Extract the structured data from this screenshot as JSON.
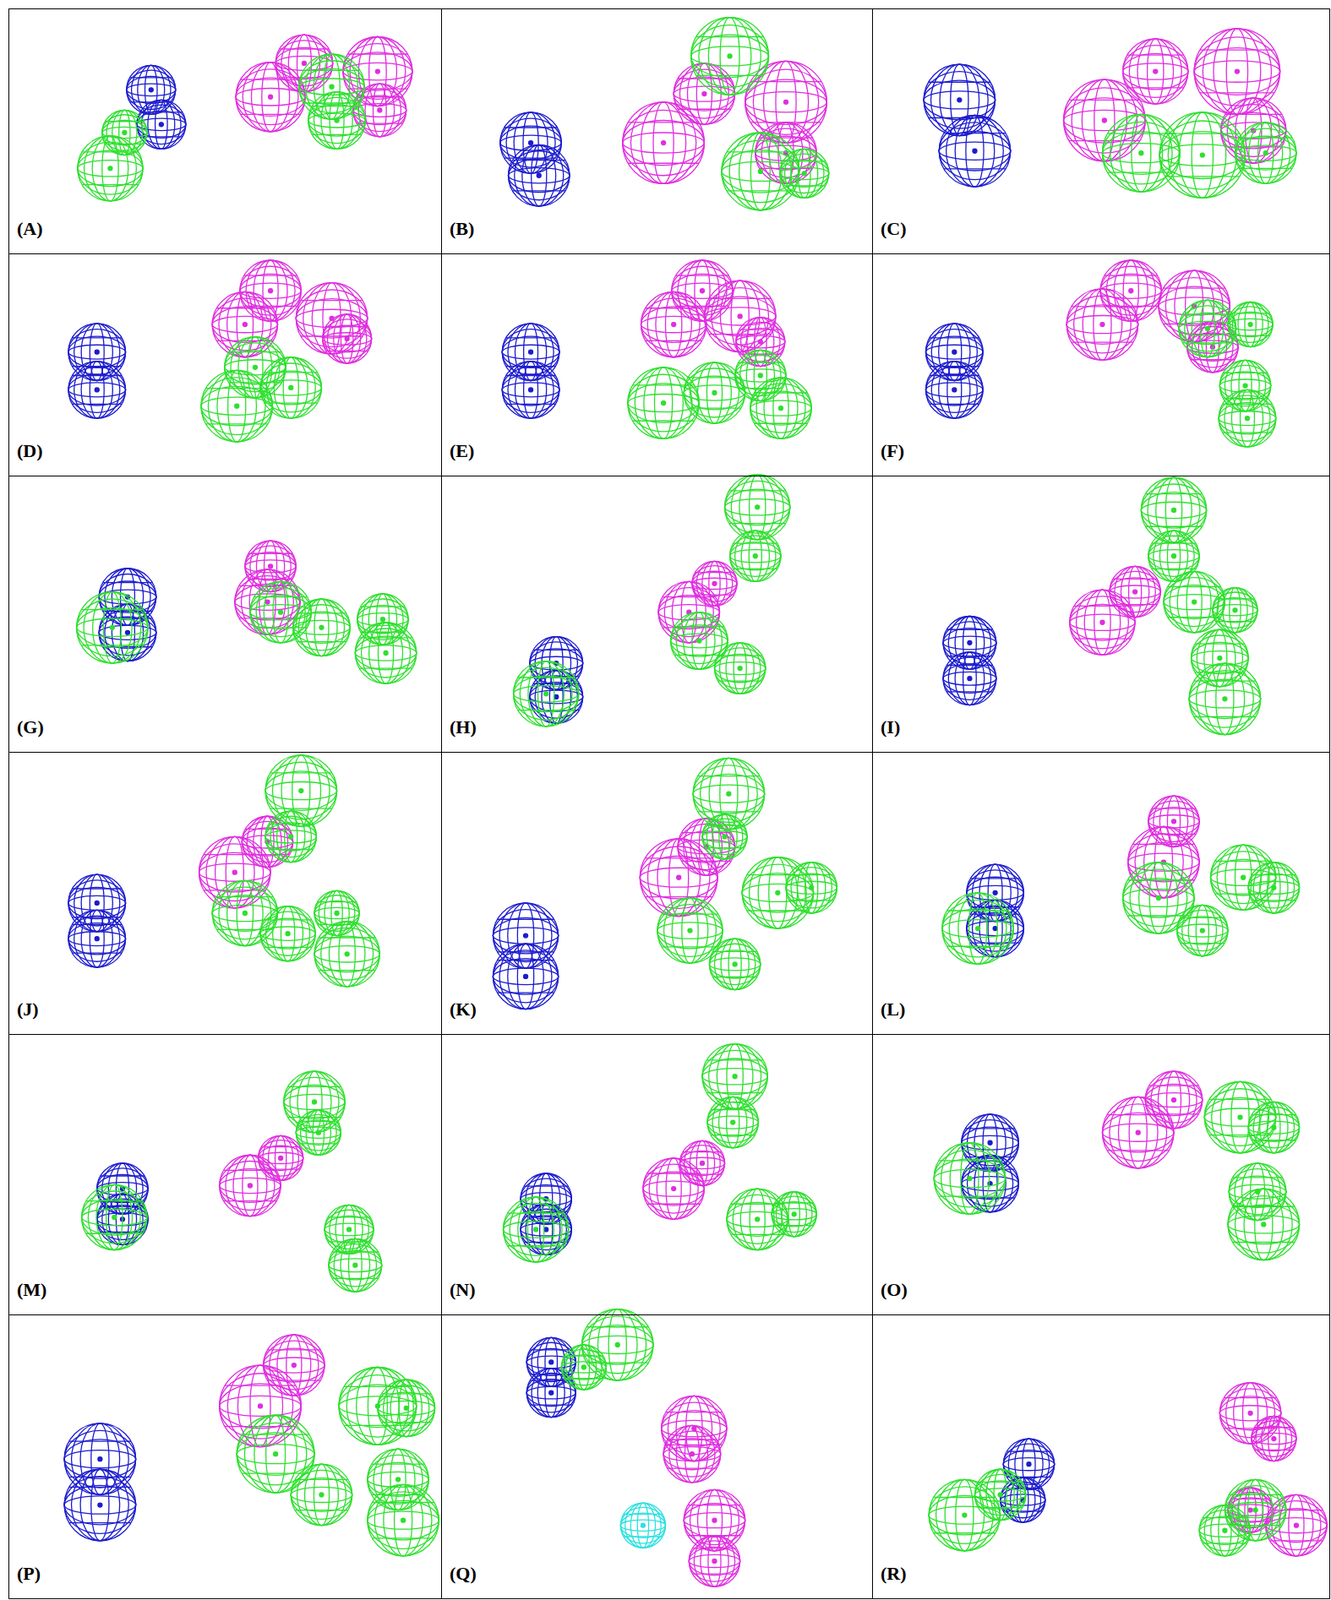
{
  "diagram": {
    "nodes": [
      {
        "text": [
          "(A)"
        ]
      },
      {
        "text": [
          "(B)"
        ]
      },
      {
        "text": [
          "(C)"
        ]
      },
      {
        "text": [
          "(D)"
        ]
      },
      {
        "text": [
          "(E)"
        ]
      },
      {
        "text": [
          "(F)"
        ]
      },
      {
        "text": [
          "(G)"
        ]
      },
      {
        "text": [
          "(H)"
        ]
      },
      {
        "text": [
          "(I)"
        ]
      },
      {
        "text": [
          "(J)"
        ]
      },
      {
        "text": [
          "(K)"
        ]
      },
      {
        "text": [
          "(L)"
        ]
      },
      {
        "text": [
          "(M)"
        ]
      },
      {
        "text": [
          "(N)"
        ]
      },
      {
        "text": [
          "(O)"
        ]
      },
      {
        "text": [
          "(P)"
        ]
      },
      {
        "text": [
          "(Q)"
        ]
      },
      {
        "text": [
          "(R)"
        ]
      }
    ]
  }
}
